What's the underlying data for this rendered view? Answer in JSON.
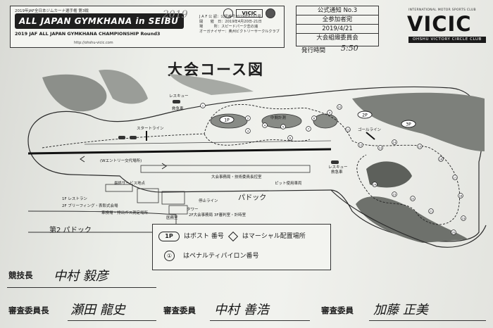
{
  "event": {
    "top_line": "2019年JAF全日本ジムカーナ選手権 第3戦",
    "logo": "ALL JAPAN GYMKHANA in SEIBU",
    "year": "2019",
    "subtitle": "2019 JAF ALL JAPAN GYMKHANA CHAMPIONSHIP Round3",
    "url": "http://ohshu-vicic.com",
    "mini_logo": "VICIC",
    "info": [
      "J A F 公 認：公認番号2019年6101号",
      "開　　催　日：2019年4月20日-21日",
      "場　　　所：スピードパーク恋の浦",
      "オーガナイザー：奥州ビクトリーサークルクラブ"
    ]
  },
  "notice": {
    "number": "公式通知 No.3",
    "recipient": "全参加者宛",
    "date": "2019/4/21",
    "issuer": "大会組織委員会",
    "issued_label": "発行時間",
    "issued_time": "5:50"
  },
  "logo": {
    "top": "INTERNATIONAL MOTOR SPORTS CLUB",
    "main": "VICIC",
    "sub": "OHSHU VICTORY CIRCLE CLUB"
  },
  "map": {
    "title": "大会コース図",
    "rescue": "レスキュー",
    "medical": "救急車",
    "rescue2": "レスキュー",
    "medical2": "救急車",
    "start_line": "スタートライン",
    "goal_line": "ゴールライン",
    "trafficking": "(Wエントリー交代場所)",
    "service_point": "最終サービス地点",
    "pit_zone": "パドック",
    "paddock2": "第2 パドック",
    "stop_line": "停止ライン",
    "pit_vehicle": "ピット使用車両",
    "office": "大会事務局・技術委員長控室",
    "tower": "タワー",
    "tower_office": "2F大会事務局 3F審判室・計時室",
    "restaurant": "1F レストラン",
    "briefing": "2F ブリーフィング・表彰式会場",
    "inspection": "車検場・排出ガス測定場所",
    "clinic": "医務室",
    "center_flag": "中間計測",
    "posts": [
      "1P",
      "2P",
      "3P"
    ],
    "pylons": [
      "1",
      "2",
      "3",
      "4",
      "5",
      "6",
      "7",
      "8",
      "9",
      "10",
      "11",
      "12",
      "13",
      "14",
      "15",
      "16",
      "17",
      "18",
      "19",
      "20",
      "21",
      "22",
      "23",
      "24"
    ]
  },
  "legend": {
    "post_badge": "1P",
    "post_text": "はポスト 番号",
    "marshal_text": "はマーシャル配置場所",
    "pylon_badge": "①",
    "pylon_text": "はペナルティパイロン番号"
  },
  "officials": {
    "clerk_label": "競技長",
    "clerk_name": "中村 毅彦",
    "chief_steward_label": "審査委員長",
    "chief_steward_name": "瀬田 龍史",
    "steward_label": "審査委員",
    "steward_name": "中村 善浩",
    "steward2_label": "審査委員",
    "steward2_name": "加藤 正美"
  }
}
